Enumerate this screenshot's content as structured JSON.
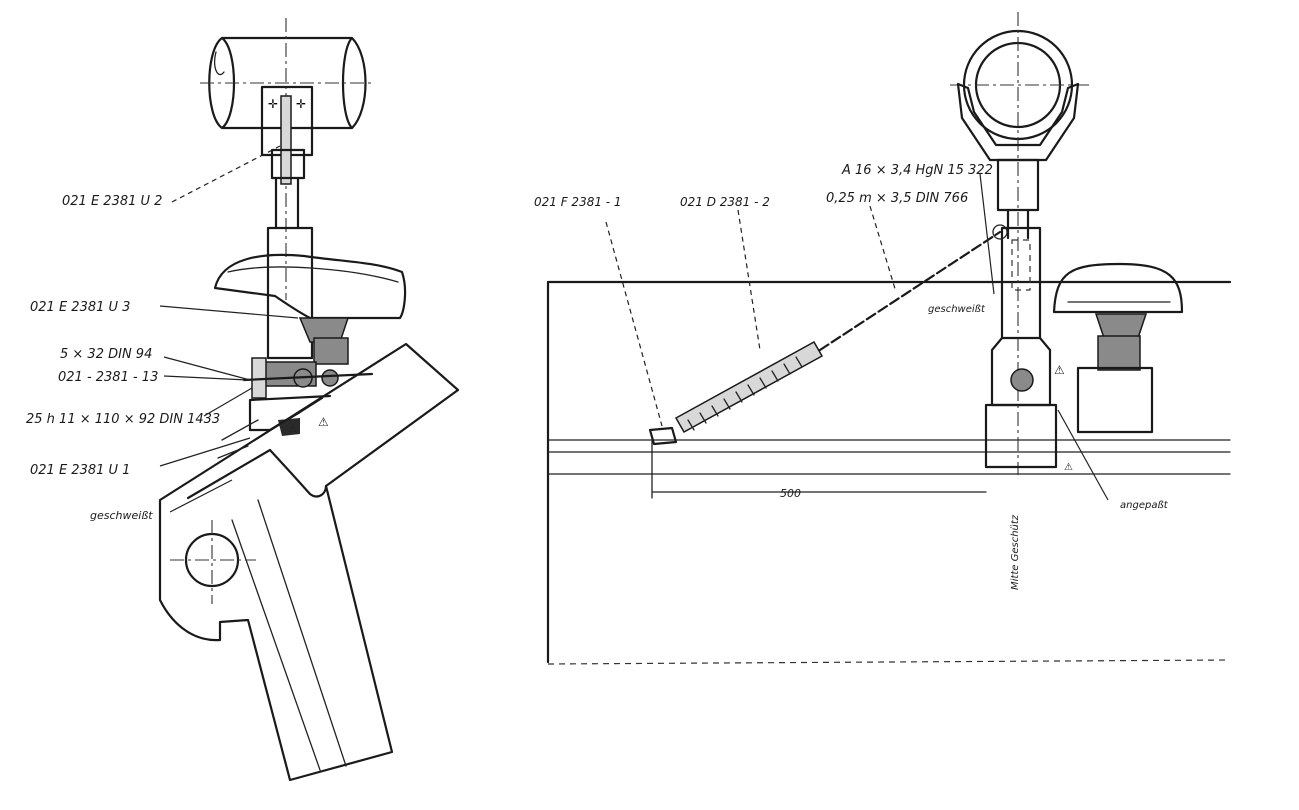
{
  "labels": {
    "part_u2": "021 E 2381 U 2",
    "part_u3": "021 E 2381 U 3",
    "bolt": "5 × 32 DIN 94",
    "part_13": "021 - 2381 - 13",
    "pin": "25 h 11 × 110 × 92 DIN 1433",
    "part_u1": "021 E 2381 U 1",
    "welded_left": "geschweißt",
    "part_f": "021 F 2381 - 1",
    "part_d": "021 D 2381 - 2",
    "spec_a": "A 16 × 3,4 HgN 15 322",
    "chain": "0,25 m × 3,5 DIN 766",
    "welded_right": "geschweißt",
    "dim_500": "500",
    "adjusted": "angepaßt",
    "center_gun": "Mitte Geschütz"
  }
}
